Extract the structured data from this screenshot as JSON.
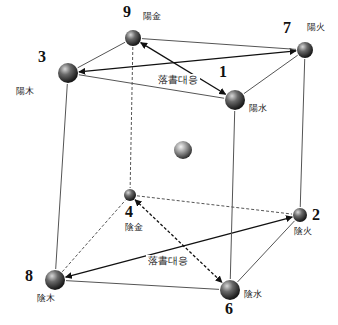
{
  "diagram": {
    "nodes": [
      {
        "text": [
          "9",
          "陽金"
        ]
      },
      {
        "text": [
          "7",
          "陽火"
        ]
      },
      {
        "text": [
          "3",
          "陽木"
        ]
      },
      {
        "text": [
          "1",
          "陽水"
        ]
      },
      {
        "text": [
          "4",
          "陰金"
        ]
      },
      {
        "text": [
          "2",
          "陰火"
        ]
      },
      {
        "text": [
          "8",
          "陰木"
        ]
      },
      {
        "text": [
          "6",
          "陰水"
        ]
      }
    ],
    "edges": [
      {
        "from": 2,
        "to": 1,
        "arrow": "both"
      },
      {
        "from": 0,
        "to": 3,
        "arrow": "both"
      },
      {
        "from": 6,
        "to": 5,
        "arrow": "both"
      },
      {
        "from": 4,
        "to": 7,
        "arrow": "both"
      },
      {
        "from": 0,
        "to": 1,
        "arrow": "none"
      },
      {
        "from": 1,
        "to": 3,
        "arrow": "none"
      },
      {
        "from": 3,
        "to": 2,
        "arrow": "none"
      },
      {
        "from": 2,
        "to": 0,
        "arrow": "none"
      },
      {
        "from": 4,
        "to": 5,
        "arrow": "none"
      },
      {
        "from": 5,
        "to": 7,
        "arrow": "none"
      },
      {
        "from": 7,
        "to": 6,
        "arrow": "none"
      },
      {
        "from": 6,
        "to": 4,
        "arrow": "none"
      },
      {
        "from": 0,
        "to": 4,
        "arrow": "none"
      },
      {
        "from": 1,
        "to": 5,
        "arrow": "none"
      },
      {
        "from": 2,
        "to": 6,
        "arrow": "none"
      },
      {
        "from": 3,
        "to": 7,
        "arrow": "none"
      }
    ],
    "labels": [
      "落書대응",
      "落書대응"
    ]
  }
}
